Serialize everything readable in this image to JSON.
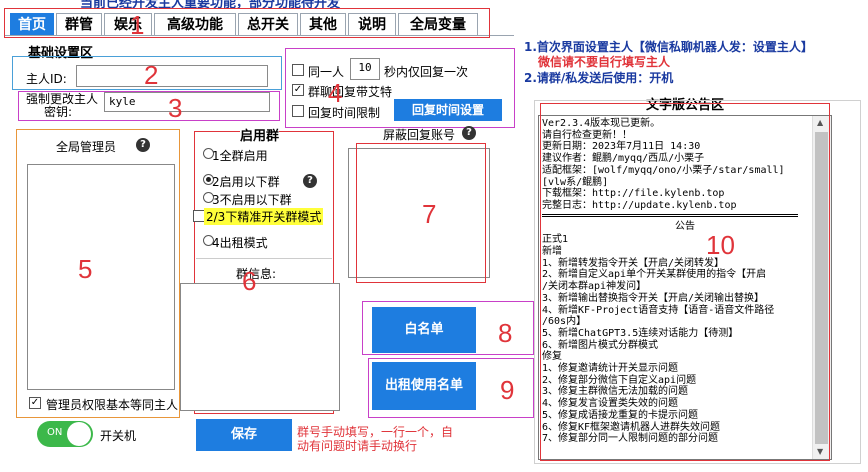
{
  "top_title": "当前已经开发主人重要功能，部分功能待开发",
  "tabs": [
    {
      "label": "首页",
      "active": true
    },
    {
      "label": "群管"
    },
    {
      "label": "娱乐"
    },
    {
      "label": "高级功能"
    },
    {
      "label": "总开关"
    },
    {
      "label": "其他"
    },
    {
      "label": "说明"
    },
    {
      "label": "全局变量"
    }
  ],
  "annotations": [
    "1",
    "2",
    "3",
    "4",
    "5",
    "6",
    "7",
    "8",
    "9",
    "10"
  ],
  "basic": {
    "title": "基础设置区",
    "owner_label": "主人ID:",
    "owner_value": "",
    "secret_label_line1": "强制更改主人",
    "secret_label_line2": "密钥:",
    "secret_value": "kyle"
  },
  "reply": {
    "same_person_label": "同一人",
    "seconds_value": "10",
    "seconds_suffix": "秒内仅回复一次",
    "group_chat_at_label": "群聊回复带艾特",
    "group_chat_at_checked": true,
    "time_limit_label": "回复时间限制",
    "time_button": "回复时间设置"
  },
  "admins": {
    "title": "全局管理员",
    "equal_label": "管理员权限基本等同主人",
    "equal_checked": true
  },
  "groups": {
    "title": "启用群",
    "options": [
      "1全群启用",
      "2启用以下群",
      "3不启用以下群"
    ],
    "selected_index": 1,
    "exact_label": "2/3下精准开关群模式",
    "rent_label": "4出租模式",
    "info_label": "群信息:"
  },
  "blocked": {
    "title": "屏蔽回复账号"
  },
  "buttons": {
    "whitelist": "白名单",
    "rental_list": "出租使用名单",
    "save": "保存"
  },
  "switch": {
    "state": "ON",
    "label": "开关机"
  },
  "save_hint": "群号手动填写，一行一个，自动有问题时请手动换行",
  "instructions": {
    "line1": "1.首次界面设置主人【微信私聊机器人发：设置主人】",
    "line2": "微信请不要自行填写主人",
    "line3": "2.请群/私发送后使用：开机"
  },
  "notice": {
    "title": "文字版公告区",
    "lines": [
      "Ver2.3.4版本现已更新。",
      "请自行检查更新！！",
      "更新日期：2023年7月11日 14:30",
      "建议作者：鲲鹏/myqq/西瓜/小栗子",
      "适配框架：[wolf/myqq/ono/小栗子/star/small]",
      "[vlw系/鲲鹏]",
      "下载框架：http://file.kylenb.top",
      "完整日志：http://update.kylenb.top"
    ],
    "announce_title": "公告",
    "announce_lines": [
      "正式1",
      "新增",
      "1、新增转发指令开关【开启/关闭转发】",
      "2、新增自定义api单个开关某群使用的指令【开启",
      "/关闭本群api神发问】",
      "3、新增输出替换指令开关【开启/关闭输出替换】",
      "4、新增KF-Project语音支持【语音-语音文件路径",
      "/60s内】",
      "5、新增ChatGPT3.5连续对话能力【待测】",
      "6、新增图片模式分群模式",
      "修复",
      "1、修复邀请统计开关显示问题",
      "2、修复部分微信下自定义api问题",
      "3、修复主群微信无法加载的问题",
      "4、修复发言设置类失效的问题",
      "5、修复成语接龙重复的卡提示问题",
      "6、修复KF框架邀请机器人进群失效问题",
      "7、修复部分同一人限制问题的部分问题"
    ]
  },
  "colors": {
    "accent": "#1e7de0",
    "annotation": "#e0343a",
    "notice_red": "#e0343a",
    "instruction_blue": "#1a3aa0",
    "switch_green": "#3cb84a"
  }
}
